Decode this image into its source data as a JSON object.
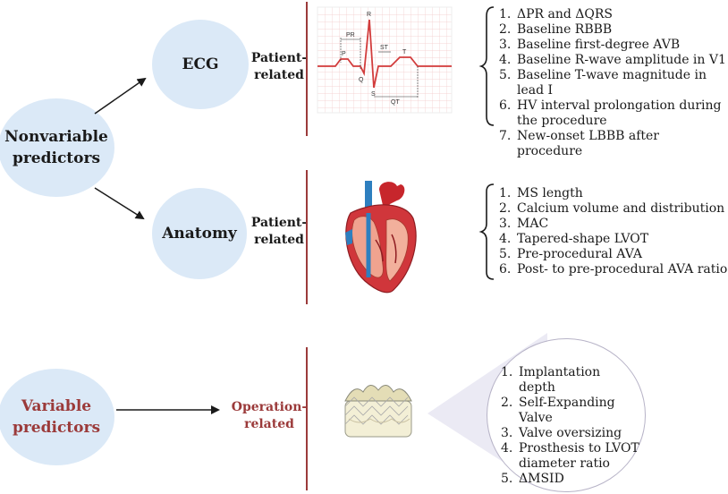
{
  "nonvariable": {
    "line1": "Nonvariable",
    "line2": "predictors"
  },
  "variable": {
    "line1": "Variable",
    "line2": "predictors"
  },
  "ecg": {
    "title": "ECG",
    "side_line1": "Patient-",
    "side_line2": "related",
    "wave_labels": {
      "r": "R",
      "p": "P",
      "q": "Q",
      "s": "S",
      "t": "T",
      "pr": "PR",
      "st": "ST",
      "qt": "QT"
    },
    "items": [
      "ΔPR and ΔQRS",
      "Baseline RBBB",
      "Baseline first-degree AVB",
      "Baseline R-wave amplitude in V1",
      "Baseline T-wave magnitude in lead I",
      "HV interval prolongation during the procedure",
      "New-onset LBBB after procedure"
    ]
  },
  "anatomy": {
    "title": "Anatomy",
    "side_line1": "Patient-",
    "side_line2": "related",
    "items": [
      "MS length",
      "Calcium volume and distribution",
      "MAC",
      "Tapered-shape LVOT",
      "Pre-procedural AVA",
      "Post- to pre-procedural AVA ratio"
    ]
  },
  "operation": {
    "side_line1": "Operation-",
    "side_line2": "related",
    "items": [
      "Implantation depth",
      "Self-Expanding Valve",
      "Valve oversizing",
      "Prosthesis to LVOT diameter ratio",
      "ΔMSID"
    ]
  },
  "colors": {
    "circle": "#dbe9f7",
    "accent_red": "#9b3a3a",
    "ecg_line": "#d23c3c",
    "grid": "#f3c9c9",
    "artery_blue": "#2e7fbf"
  }
}
